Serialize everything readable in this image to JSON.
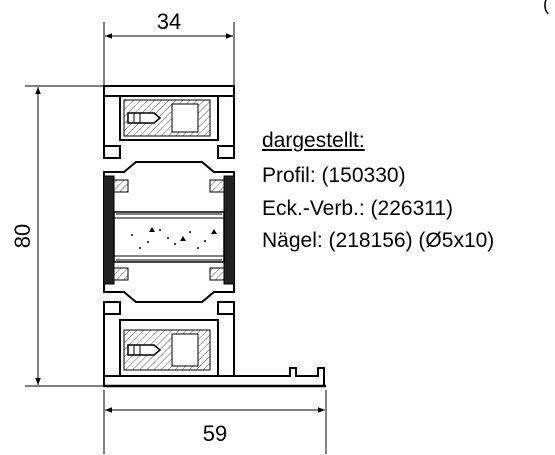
{
  "dimensions": {
    "top_width": "34",
    "height": "80",
    "bottom_width": "59"
  },
  "notes": {
    "heading": "dargestellt:",
    "profil": "Profil: (150330)",
    "eck_verb": "Eck.-Verb.: (226311)",
    "naegel": "Nägel: (218156) (Ø5x10)"
  },
  "corner_fragment": "(",
  "colors": {
    "line": "#000000",
    "hatch": "#555555",
    "panel_fill": "#ffffff"
  }
}
